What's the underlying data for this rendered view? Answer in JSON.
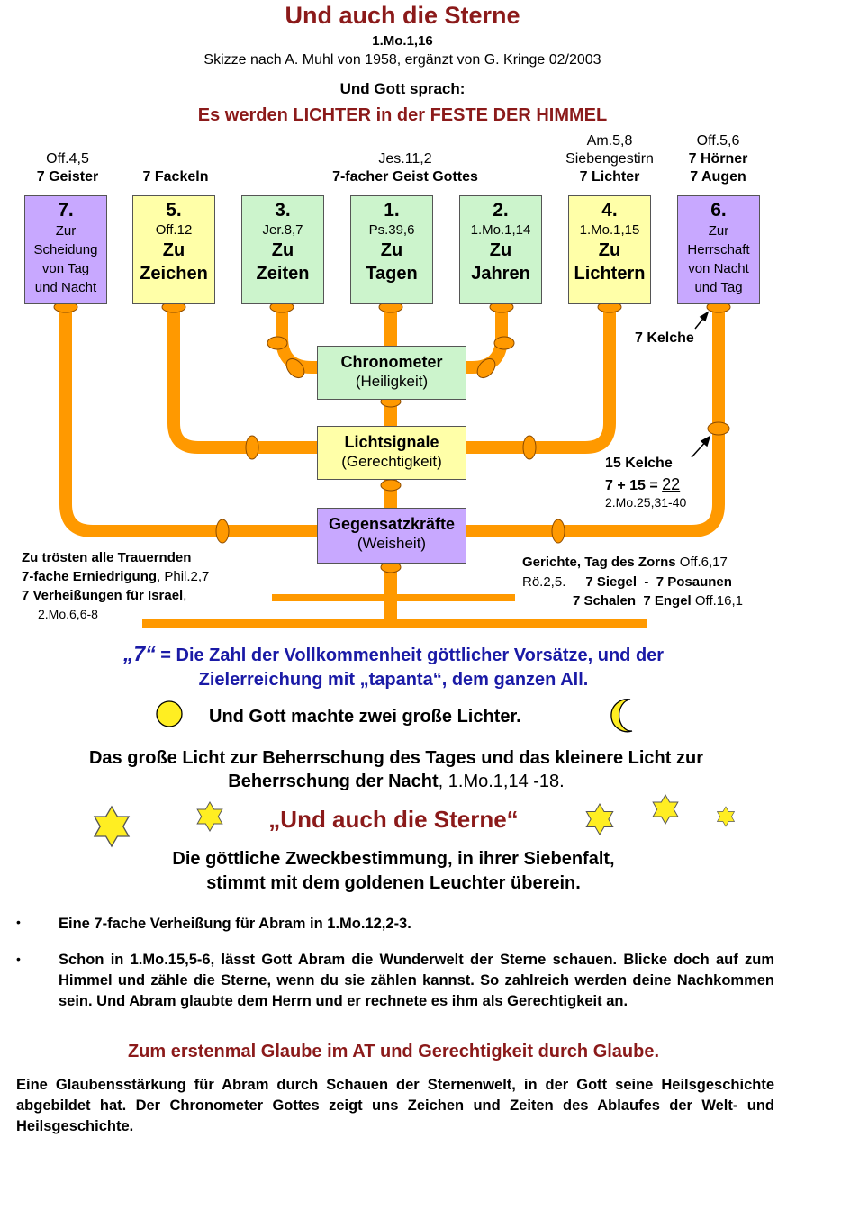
{
  "header": {
    "title": "Und auch die Sterne",
    "ref": "1.Mo.1,16",
    "credit": "Skizze nach A. Muhl von 1958, ergänzt von G. Kringe 02/2003",
    "spoke": "Und Gott sprach:",
    "quote": "Es werden LICHTER in der FESTE DER HIMMEL"
  },
  "top_labels": {
    "l7_ref": "Off.4,5",
    "l7_text": "7 Geister",
    "l5_text": "7 Fackeln",
    "center_ref": "Jes.11,2",
    "center_text": "7-facher Geist Gottes",
    "l4_ref": "Am.5,8",
    "l4_sub": "Siebengestirn",
    "l4_text": "7 Lichter",
    "l6_ref": "Off.5,6",
    "l6_text1": "7 Hörner",
    "l6_text2": "7 Augen"
  },
  "lamps": [
    {
      "num": "7.",
      "ref": "",
      "lines": [
        "Zur",
        "Scheidung",
        "von Tag",
        "und Nacht"
      ]
    },
    {
      "num": "5.",
      "ref": "Off.12",
      "lines": [
        "Zu",
        "Zeichen"
      ]
    },
    {
      "num": "3.",
      "ref": "Jer.8,7",
      "lines": [
        "Zu",
        "Zeiten"
      ]
    },
    {
      "num": "1.",
      "ref": "Ps.39,6",
      "lines": [
        "Zu",
        "Tagen"
      ]
    },
    {
      "num": "2.",
      "ref": "1.Mo.1,14",
      "lines": [
        "Zu",
        "Jahren"
      ]
    },
    {
      "num": "4.",
      "ref": "1.Mo.1,15",
      "lines": [
        "Zu",
        "Lichtern"
      ]
    },
    {
      "num": "6.",
      "ref": "",
      "lines": [
        "Zur",
        "Herrschaft",
        "von Nacht",
        "und Tag"
      ]
    }
  ],
  "hubs": {
    "chronometer": {
      "title": "Chronometer",
      "sub": "(Heiligkeit)"
    },
    "lichtsignale": {
      "title": "Lichtsignale",
      "sub": "(Gerechtigkeit)"
    },
    "gegensatz": {
      "title": "Gegensatzkräfte",
      "sub": "(Weisheit)"
    }
  },
  "right_notes": {
    "kelche7": "7 Kelche",
    "kelche15": "15 Kelche",
    "sum_pre": "7 + 15 = ",
    "sum_val": "22",
    "sum_ref": "2.Mo.25,31-40"
  },
  "left_notes": {
    "line1": "Zu trösten alle Trauernden",
    "line2_b": "7-fache Erniedrigung",
    "line2_n": ", Phil.2,7",
    "line3_b": "7 Verheißungen für Israel",
    "line3_n": ",",
    "line4": "2.Mo.6,6-8"
  },
  "right_bottom": {
    "line1_b": "Gerichte, Tag des Zorns",
    "line1_n": " Off.6,17",
    "line2_n": "Rö.2,5.",
    "line2_b": "7 Siegel  -  7 Posaunen",
    "line3_b": "7 Schalen  7 Engel",
    "line3_n": " Off.16,1"
  },
  "seven": {
    "seven_mark": "„7“",
    "eq": " = ",
    "line1": "Die Zahl der Vollkommenheit göttlicher Vorsätze, und der",
    "line2": "Zielerreichung mit „tapanta“, dem ganzen All."
  },
  "two_lights": "Und Gott machte zwei große Lichter.",
  "great_light": {
    "line1": "Das große Licht zur Beherrschung des Tages und das kleinere Licht zur",
    "line2_b": "Beherrschung der Nacht",
    "line2_n": ", 1.Mo.1,14 -18."
  },
  "stars_title": "„Und auch die Sterne“",
  "purpose": {
    "line1": "Die göttliche Zweckbestimmung, in ihrer Siebenfalt,",
    "line2": "stimmt mit dem goldenen Leuchter überein."
  },
  "bullets": [
    "Eine 7-fache Verheißung für Abram in 1.Mo.12,2-3.",
    "Schon in 1.Mo.15,5-6, lässt Gott Abram die Wunderwelt der Sterne schauen. Blicke doch auf zum Himmel und zähle die Sterne, wenn du sie zählen kannst. So zahlreich werden deine Nachkommen sein. Und Abram glaubte dem Herrn und er rechnete es ihm als Gerechtigkeit an."
  ],
  "bullet_glyph": "•",
  "faith_line": "Zum erstenmal Glaube im AT und Gerechtigkeit durch Glaube.",
  "closing": "Eine Glaubensstärkung für Abram durch Schauen der Sternenwelt, in der Gott seine Heilsgeschichte abgebildet hat. Der Chronometer Gottes zeigt uns Zeichen und Zeiten des Ablaufes der Welt- und Heilsgeschichte.",
  "colors": {
    "orange": "#ff9900",
    "title_red": "#8b1a1a",
    "blue": "#1a1aa6",
    "purple": "#c8a8ff",
    "yellow": "#ffffa8",
    "green": "#ccf4cc",
    "star": "#ffee22"
  }
}
